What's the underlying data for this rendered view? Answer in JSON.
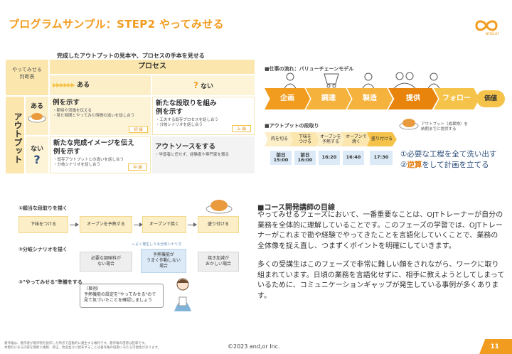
{
  "title": "プログラムサンプル：STEP2 やってみせる",
  "logo_text": "and,or",
  "matrix": {
    "caption": "完成したアウトプットの見本や、プロセスの手本を見せる",
    "corner": "やってみせる\n判断表",
    "process": "プロセス",
    "col_have": "ある",
    "col_none": "ない",
    "side": "アウトプット",
    "row_have": "ある",
    "row_none": "ない",
    "c11": {
      "title": "例を示す",
      "lines": [
        "・期待や流儀を伝える",
        "・見た時間とやってみた時間の違いを話し合う"
      ],
      "badge": "初 級"
    },
    "c12": {
      "title": "新たな段取りを組み\n例を示す",
      "lines": [
        "・工夫する既存プロセスを話し合う",
        "・分岐シナリオを話し合う"
      ],
      "badge": "上 級"
    },
    "c21": {
      "title": "新たな完成イメージを伝え\n例を示す",
      "lines": [
        "・既存アウトプットとの違いを話し合う",
        "・分岐シナリオを話し合う"
      ],
      "badge": "中 級"
    },
    "c22": {
      "title": "アウトソースをする",
      "lines": [
        "・学習者に任せず、経験者や専門家を頼る"
      ]
    }
  },
  "value_chain": {
    "caption": "■仕事の流れ：バリューチェーンモデル",
    "steps": [
      "企画",
      "調達",
      "製造",
      "提供",
      "フォロー"
    ],
    "value": "価値",
    "colors": [
      "#f29c1f",
      "#f5b23c",
      "#f5b23c",
      "#e8830c",
      "#f5c34a"
    ]
  },
  "outputs": {
    "caption": "■アウトプットの段取り",
    "note": "アウトプット（成果物）を\n納期までに提供する",
    "procs": [
      "肉を切る",
      "下味を\nつける",
      "オーブンを\n予熱する",
      "オーブンで\n焼く",
      "盛り付ける"
    ],
    "times": [
      "前日\n15:00",
      "前日\n16:00",
      "16:20",
      "16:40",
      "17:30"
    ],
    "line1_num": "①",
    "line1": "必要な工程を全て洗い出す",
    "line2_num": "②",
    "line2_hl": "逆算",
    "line2_rest": "をして計画を立てる"
  },
  "flow": {
    "h1": "①順当な段取りを描く",
    "h2": "②分岐シナリオを描く",
    "h3": "③\"やってみせる\"準備をする",
    "b1": "下味をつける",
    "b2": "オーブンを予熱する",
    "b3": "オーブンで焼く",
    "b4": "盛り付ける",
    "dash": "←よく発生しうる分岐シナリオ",
    "s1": "必要な調味料が\nない場合",
    "s2": "予熱機能が\nうまく作動しない\n場合",
    "s3": "焼き加減が\nおかしい場合",
    "note_head": "〔事例〕",
    "note": "予熱機能の設定を\"やってみせる\"ので\n見て気づいたことを確認しましょう"
  },
  "coach": {
    "head": "■コース開発講師の目線",
    "p1": "やってみせるフェーズにおいて、一番重要なことは、OJTトレーナーが自分の業務を全体的に理解していることです。このフェーズの学習では、OJTトレーナーがこれまで勘や経験でやってきたことを言語化していくことで、業務の全体像を捉え直し、つまずくポイントを明確にしていきます。",
    "p2": "多くの受講生はこのフェーズで非常に難しい顔をされながら、ワークに取り組まれています。日頃の業務を言語化せずに、相手に教えようとしてしまっているために、コミュニケーションギャップが発生している事例が多くあります。"
  },
  "footer": {
    "note": "著作権は、著作者が著作物を創作した時点で自動的に発生する権利です。著作権の侵害は犯罪です。\n本資料にある内容を無断に複製、修正、改変並びに配布することは著作権の侵害にあたる可能性があります。",
    "copyright": "©2023 and,or Inc.",
    "page": "11"
  }
}
